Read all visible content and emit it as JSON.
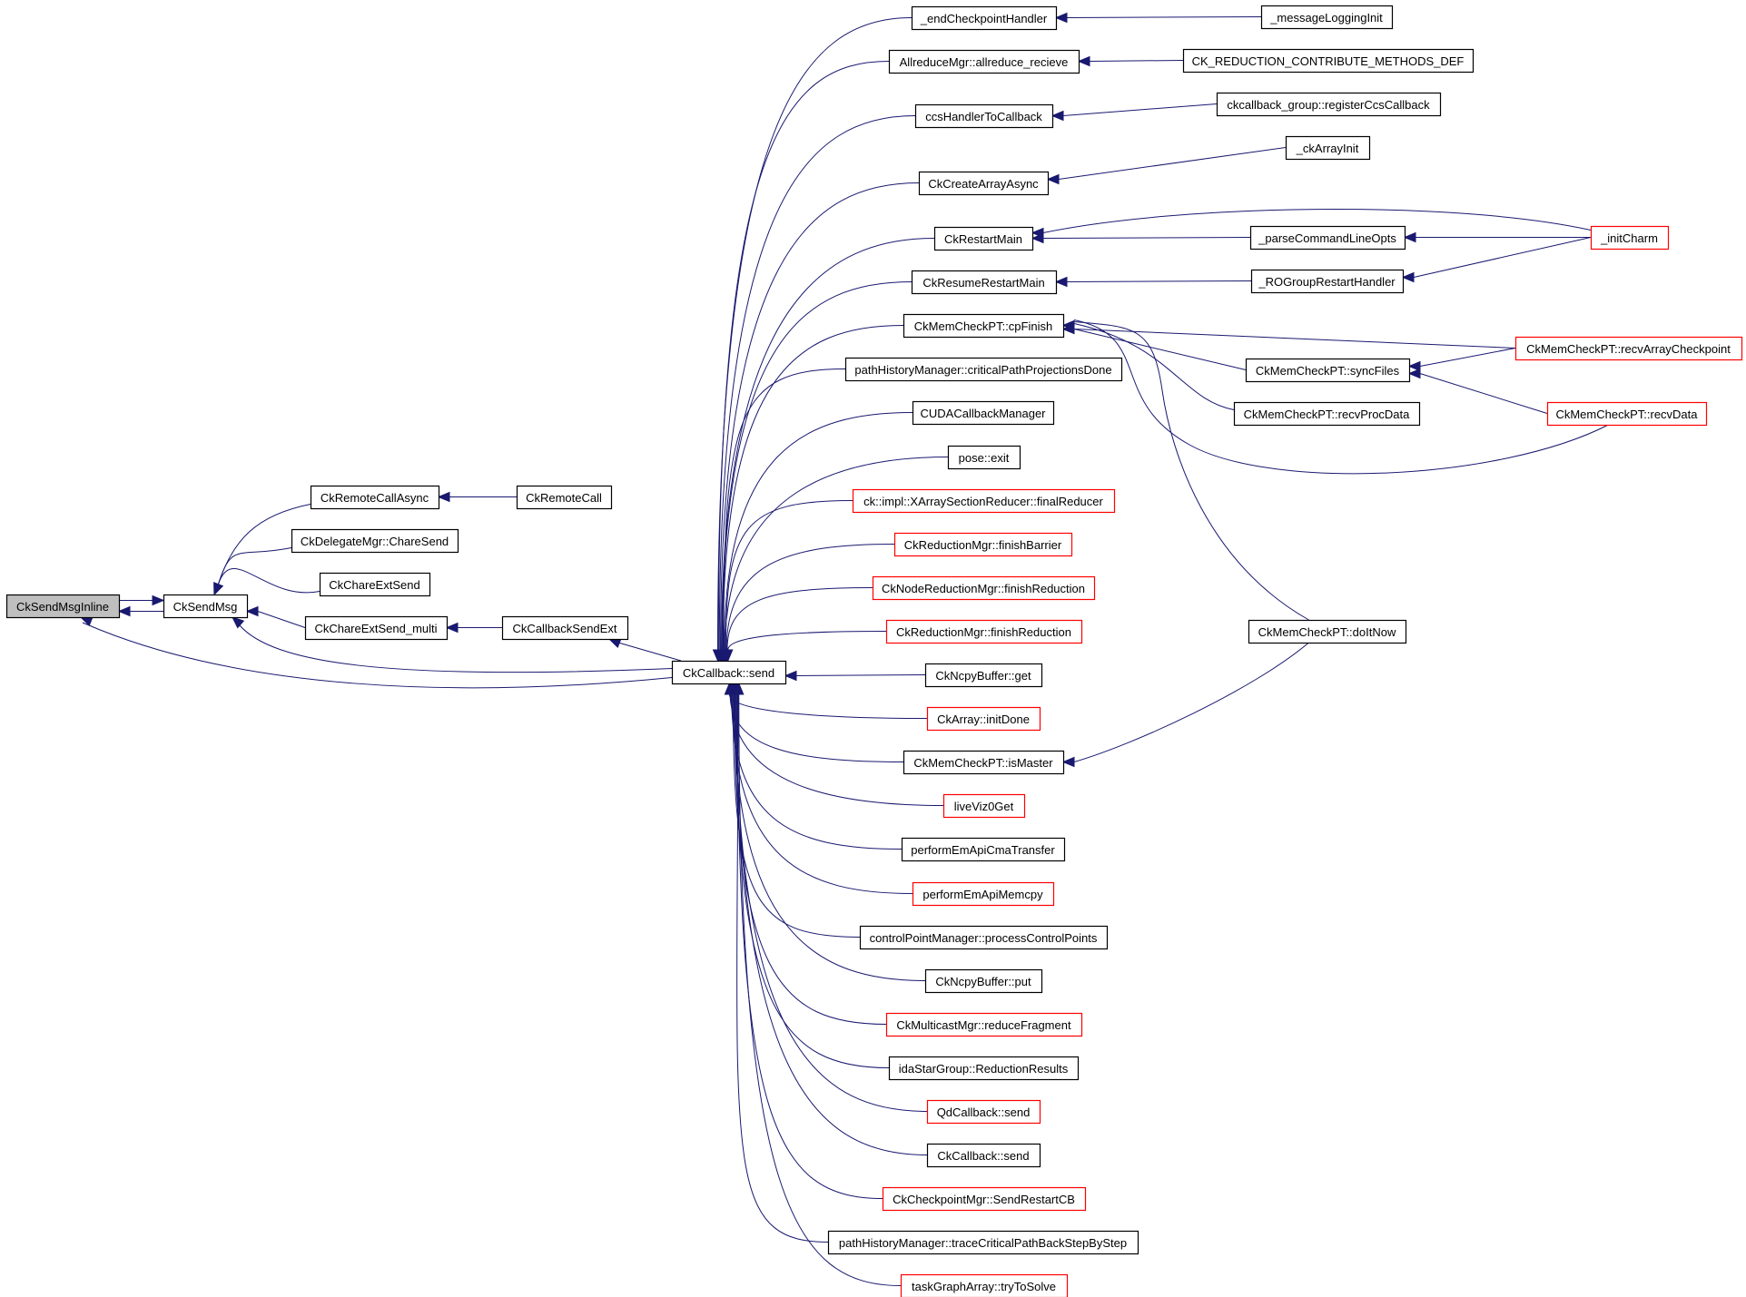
{
  "title": "Caller graph of CkSendMsgInline",
  "colors": {
    "edge": "#191970",
    "border_normal": "#000000",
    "border_truncated": "#ff0000",
    "root_fill": "#bfbfbf"
  },
  "nodes": [
    {
      "id": "n_root",
      "label": "CkSendMsgInline",
      "style": "root"
    },
    {
      "id": "n_sendmsg",
      "label": "CkSendMsg",
      "style": "normal"
    },
    {
      "id": "n_rcasync",
      "label": "CkRemoteCallAsync",
      "style": "normal"
    },
    {
      "id": "n_rc",
      "label": "CkRemoteCall",
      "style": "normal"
    },
    {
      "id": "n_delegate",
      "label": "CkDelegateMgr::ChareSend",
      "style": "normal"
    },
    {
      "id": "n_extsend",
      "label": "CkChareExtSend",
      "style": "normal"
    },
    {
      "id": "n_extmulti",
      "label": "CkChareExtSend_multi",
      "style": "normal"
    },
    {
      "id": "n_cbsendext",
      "label": "CkCallbackSendExt",
      "style": "normal"
    },
    {
      "id": "n_cbsend",
      "label": "CkCallback::send",
      "style": "normal"
    },
    {
      "id": "m0",
      "label": "_endCheckpointHandler",
      "style": "normal"
    },
    {
      "id": "m1",
      "label": "AllreduceMgr::allreduce_recieve",
      "style": "normal"
    },
    {
      "id": "m2",
      "label": "ccsHandlerToCallback",
      "style": "normal"
    },
    {
      "id": "m3",
      "label": "CkCreateArrayAsync",
      "style": "normal"
    },
    {
      "id": "m4",
      "label": "CkRestartMain",
      "style": "normal"
    },
    {
      "id": "m5",
      "label": "CkResumeRestartMain",
      "style": "normal"
    },
    {
      "id": "m6",
      "label": "CkMemCheckPT::cpFinish",
      "style": "normal"
    },
    {
      "id": "m7",
      "label": "pathHistoryManager::criticalPathProjectionsDone",
      "style": "normal"
    },
    {
      "id": "m8",
      "label": "CUDACallbackManager",
      "style": "normal"
    },
    {
      "id": "m9",
      "label": "pose::exit",
      "style": "normal"
    },
    {
      "id": "m10",
      "label": "ck::impl::XArraySectionReducer::finalReducer",
      "style": "red"
    },
    {
      "id": "m11",
      "label": "CkReductionMgr::finishBarrier",
      "style": "red"
    },
    {
      "id": "m12",
      "label": "CkNodeReductionMgr::finishReduction",
      "style": "red"
    },
    {
      "id": "m13",
      "label": "CkReductionMgr::finishReduction",
      "style": "red"
    },
    {
      "id": "m14",
      "label": "CkNcpyBuffer::get",
      "style": "normal"
    },
    {
      "id": "m15",
      "label": "CkArray::initDone",
      "style": "red"
    },
    {
      "id": "m16",
      "label": "CkMemCheckPT::isMaster",
      "style": "normal"
    },
    {
      "id": "m17",
      "label": "liveViz0Get",
      "style": "red"
    },
    {
      "id": "m18",
      "label": "performEmApiCmaTransfer",
      "style": "normal"
    },
    {
      "id": "m19",
      "label": "performEmApiMemcpy",
      "style": "red"
    },
    {
      "id": "m20",
      "label": "controlPointManager::processControlPoints",
      "style": "normal"
    },
    {
      "id": "m21",
      "label": "CkNcpyBuffer::put",
      "style": "normal"
    },
    {
      "id": "m22",
      "label": "CkMulticastMgr::reduceFragment",
      "style": "red"
    },
    {
      "id": "m23",
      "label": "idaStarGroup::ReductionResults",
      "style": "normal"
    },
    {
      "id": "m24",
      "label": "QdCallback::send",
      "style": "red"
    },
    {
      "id": "m25",
      "label": "CkCallback::send",
      "style": "normal"
    },
    {
      "id": "m26",
      "label": "CkCheckpointMgr::SendRestartCB",
      "style": "red"
    },
    {
      "id": "m27",
      "label": "pathHistoryManager::traceCriticalPathBackStepByStep",
      "style": "normal"
    },
    {
      "id": "m28",
      "label": "taskGraphArray::tryToSolve",
      "style": "red"
    },
    {
      "id": "r_msglog",
      "label": "_messageLoggingInit",
      "style": "normal"
    },
    {
      "id": "r_ckred",
      "label": "CK_REDUCTION_CONTRIBUTE_METHODS_DEF",
      "style": "normal"
    },
    {
      "id": "r_ccsreg",
      "label": "ckcallback_group::registerCcsCallback",
      "style": "normal"
    },
    {
      "id": "r_arrinit",
      "label": "_ckArrayInit",
      "style": "normal"
    },
    {
      "id": "r_parse",
      "label": "_parseCommandLineOpts",
      "style": "normal"
    },
    {
      "id": "r_rogroup",
      "label": "_ROGroupRestartHandler",
      "style": "normal"
    },
    {
      "id": "r_sync",
      "label": "CkMemCheckPT::syncFiles",
      "style": "normal"
    },
    {
      "id": "r_procdata",
      "label": "CkMemCheckPT::recvProcData",
      "style": "normal"
    },
    {
      "id": "r_doitnow",
      "label": "CkMemCheckPT::doItNow",
      "style": "normal"
    },
    {
      "id": "f_initcharm",
      "label": "_initCharm",
      "style": "red"
    },
    {
      "id": "f_recvarr",
      "label": "CkMemCheckPT::recvArrayCheckpoint",
      "style": "red"
    },
    {
      "id": "f_recvdata",
      "label": "CkMemCheckPT::recvData",
      "style": "red"
    }
  ],
  "edges": [
    {
      "from": "n_root",
      "to": "n_sendmsg"
    },
    {
      "from": "n_sendmsg",
      "to": "n_root"
    },
    {
      "from": "n_cbsend",
      "to": "n_root"
    },
    {
      "from": "n_rcasync",
      "to": "n_sendmsg"
    },
    {
      "from": "n_delegate",
      "to": "n_sendmsg"
    },
    {
      "from": "n_extsend",
      "to": "n_sendmsg"
    },
    {
      "from": "n_extmulti",
      "to": "n_sendmsg"
    },
    {
      "from": "n_cbsend",
      "to": "n_sendmsg"
    },
    {
      "from": "n_rc",
      "to": "n_rcasync"
    },
    {
      "from": "n_cbsendext",
      "to": "n_extmulti"
    },
    {
      "from": "n_cbsend",
      "to": "n_cbsendext"
    },
    {
      "from": "m0",
      "to": "n_cbsend"
    },
    {
      "from": "m1",
      "to": "n_cbsend"
    },
    {
      "from": "m2",
      "to": "n_cbsend"
    },
    {
      "from": "m3",
      "to": "n_cbsend"
    },
    {
      "from": "m4",
      "to": "n_cbsend"
    },
    {
      "from": "m5",
      "to": "n_cbsend"
    },
    {
      "from": "m6",
      "to": "n_cbsend"
    },
    {
      "from": "m7",
      "to": "n_cbsend"
    },
    {
      "from": "m8",
      "to": "n_cbsend"
    },
    {
      "from": "m9",
      "to": "n_cbsend"
    },
    {
      "from": "m10",
      "to": "n_cbsend"
    },
    {
      "from": "m11",
      "to": "n_cbsend"
    },
    {
      "from": "m12",
      "to": "n_cbsend"
    },
    {
      "from": "m13",
      "to": "n_cbsend"
    },
    {
      "from": "m14",
      "to": "n_cbsend"
    },
    {
      "from": "m15",
      "to": "n_cbsend"
    },
    {
      "from": "m16",
      "to": "n_cbsend"
    },
    {
      "from": "m17",
      "to": "n_cbsend"
    },
    {
      "from": "m18",
      "to": "n_cbsend"
    },
    {
      "from": "m19",
      "to": "n_cbsend"
    },
    {
      "from": "m20",
      "to": "n_cbsend"
    },
    {
      "from": "m21",
      "to": "n_cbsend"
    },
    {
      "from": "m22",
      "to": "n_cbsend"
    },
    {
      "from": "m23",
      "to": "n_cbsend"
    },
    {
      "from": "m24",
      "to": "n_cbsend"
    },
    {
      "from": "m25",
      "to": "n_cbsend"
    },
    {
      "from": "m26",
      "to": "n_cbsend"
    },
    {
      "from": "m27",
      "to": "n_cbsend"
    },
    {
      "from": "m28",
      "to": "n_cbsend"
    },
    {
      "from": "r_msglog",
      "to": "m0"
    },
    {
      "from": "r_ckred",
      "to": "m1"
    },
    {
      "from": "r_ccsreg",
      "to": "m2"
    },
    {
      "from": "r_arrinit",
      "to": "m3"
    },
    {
      "from": "f_initcharm",
      "to": "m4"
    },
    {
      "from": "r_parse",
      "to": "m4"
    },
    {
      "from": "f_initcharm",
      "to": "r_parse"
    },
    {
      "from": "f_initcharm",
      "to": "r_rogroup"
    },
    {
      "from": "r_rogroup",
      "to": "m5"
    },
    {
      "from": "f_recvarr",
      "to": "m6"
    },
    {
      "from": "r_sync",
      "to": "m6"
    },
    {
      "from": "r_procdata",
      "to": "m6"
    },
    {
      "from": "f_recvdata",
      "to": "m6"
    },
    {
      "from": "r_doitnow",
      "to": "m6"
    },
    {
      "from": "f_recvarr",
      "to": "r_sync"
    },
    {
      "from": "f_recvdata",
      "to": "r_sync"
    },
    {
      "from": "r_doitnow",
      "to": "m16"
    }
  ]
}
